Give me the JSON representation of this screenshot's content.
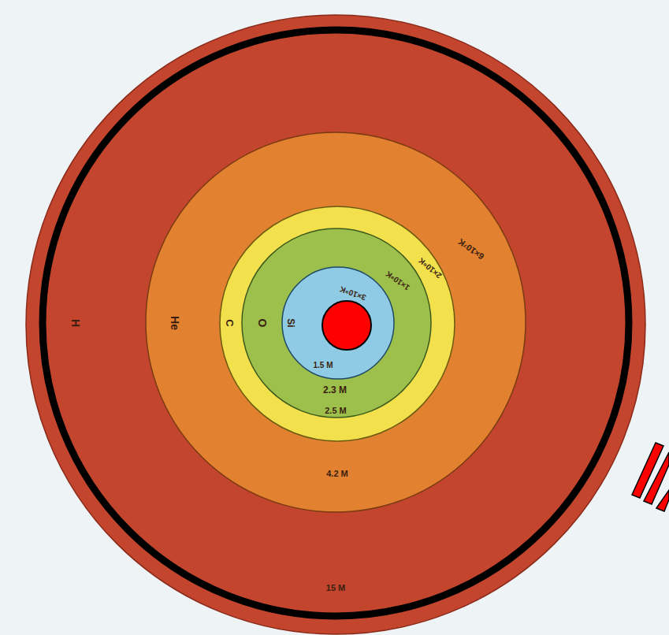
{
  "diagram": {
    "nodes": [
      {
        "text": [
          "H",
          "15 M"
        ]
      },
      {
        "text": [
          "He",
          "4.2 M",
          "6×10⁷K"
        ],
        "in": 0
      },
      {
        "text": [
          "C",
          "2.5 M",
          "2×10⁸K"
        ],
        "in": 1
      },
      {
        "text": [
          "O",
          "2.3 M",
          "1×10⁹K"
        ],
        "in": 2
      },
      {
        "text": [
          "Si",
          "1.5 M",
          "3×10⁹K"
        ],
        "in": 3
      }
    ]
  }
}
